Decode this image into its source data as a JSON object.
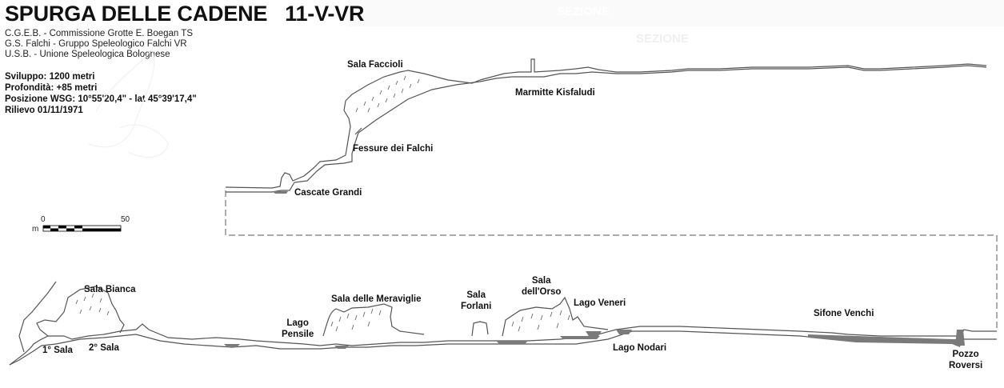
{
  "header": {
    "title": "SPURGA DELLE CADENE   11-V-VR",
    "organizations": [
      "C.G.E.B. - Commissione Grotte E. Boegan TS",
      "G.S. Falchi - Gruppo Speleologico Falchi VR",
      "U.S.B. - Unione Speleologica Bolognese"
    ],
    "info": [
      "Sviluppo: 1200 metri",
      "Profondità: +85 metri",
      "Posizione WSG: 10°55'20,4\" - lat 45°39'17,4\"",
      "Rilievo 01/11/1971"
    ]
  },
  "watermark": {
    "top": "SEZIONE",
    "second": "SEZIONE"
  },
  "scale_bar": {
    "unit": "m",
    "start": "0",
    "end": "50"
  },
  "upper_section_labels": {
    "sala_faccioli": "Sala Faccioli",
    "marmitte_kisfaludi": "Marmitte Kisfaludi",
    "fessure_dei_falchi": "Fessure dei Falchi",
    "cascate_grandi": "Cascate Grandi"
  },
  "lower_section_labels": {
    "sala_bianca": "Sala Bianca",
    "prima_sala": "1° Sala",
    "seconda_sala": "2° Sala",
    "lago_pensile": [
      "Lago",
      "Pensile"
    ],
    "sala_meraviglie": "Sala delle Meraviglie",
    "sala_forlani": [
      "Sala",
      "Forlani"
    ],
    "sala_orso": [
      "Sala",
      "dell'Orso"
    ],
    "lago_veneri": "Lago Veneri",
    "lago_nodari": "Lago Nodari",
    "sifone_venchi": "Sifone Venchi",
    "pozzo_roversi": [
      "Pozzo",
      "Roversi"
    ]
  },
  "colors": {
    "line": "#555555",
    "water": "#7a7a7a",
    "dash": "#777777",
    "band": "#fafafa"
  }
}
